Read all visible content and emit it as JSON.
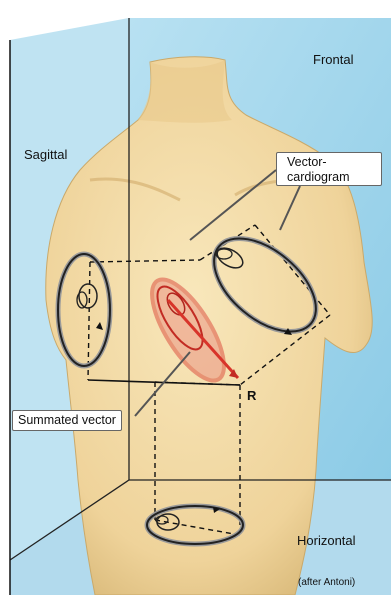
{
  "labels": {
    "frontal": "Frontal",
    "sagittal": "Sagittal",
    "vectorcardiogram_line1": "Vector-",
    "vectorcardiogram_line2": "cardiogram",
    "summated_vector": "Summated vector",
    "r": "R",
    "horizontal": "Horizontal",
    "credit": "(after Antoni)"
  },
  "colors": {
    "plane_blue": "#9fd4ea",
    "skin": "#f2dba1",
    "skin_shadow": "#d9b979",
    "loop": "#222222",
    "loop_shadow": "#9a9a9a",
    "summated_vector": "#d8342a"
  }
}
